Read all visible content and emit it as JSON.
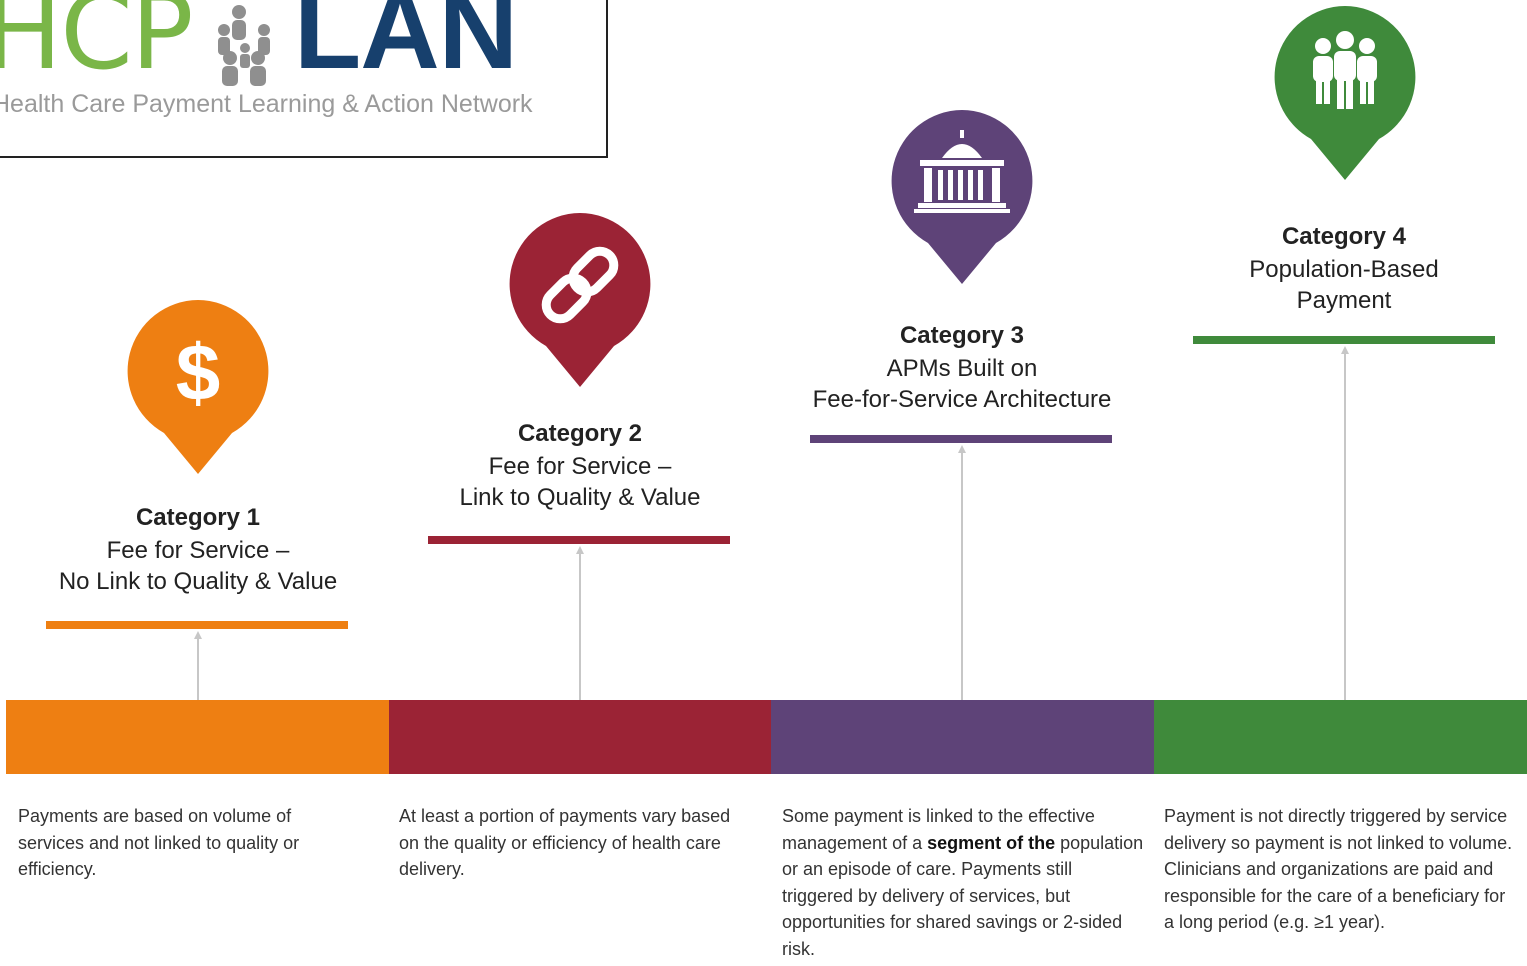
{
  "logo": {
    "hcp": "HCP",
    "lan": "LAN",
    "subtitle": "Health Care Payment Learning & Action Network"
  },
  "colors": {
    "cat1": "#ee7f12",
    "cat2": "#9b2335",
    "cat3": "#5e4378",
    "cat4": "#3f8a3b",
    "logo_green": "#7ab648",
    "logo_blue": "#17406d"
  },
  "categories": [
    {
      "title": "Category 1",
      "line1": "Fee for Service –",
      "line2": "No Link to Quality & Value",
      "icon": "dollar-icon",
      "desc": "Payments are based on volume of services and not linked to quality or efficiency."
    },
    {
      "title": "Category 2",
      "line1": "Fee for Service –",
      "line2": "Link to Quality & Value",
      "icon": "link-icon",
      "desc": "At least a portion of payments vary based on the quality or efficiency of health care delivery."
    },
    {
      "title": "Category 3",
      "line1": "APMs Built on",
      "line2": "Fee-for-Service Architecture",
      "icon": "building-icon",
      "desc_pre": "Some payment is linked to the effective management of a ",
      "desc_bold": "segment of the",
      "desc_post": " population or an episode of care. Payments still triggered by delivery of services, but opportunities for shared savings or 2-sided risk."
    },
    {
      "title": "Category 4",
      "line1": "Population-Based",
      "line2": "Payment",
      "icon": "people-icon",
      "desc": "Payment is not directly triggered by service delivery so payment is not linked to volume. Clinicians and organizations are paid and responsible for the care of a beneficiary for a long period  (e.g. ≥1 year)."
    }
  ]
}
